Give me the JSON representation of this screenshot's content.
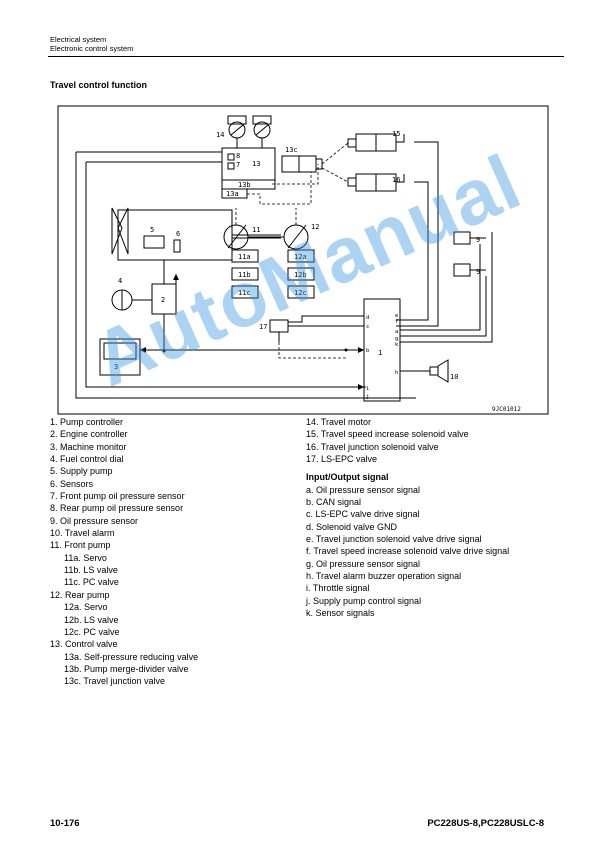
{
  "header": {
    "line1": "Electrical system",
    "line2": "Electronic control system"
  },
  "section_title": "Travel control function",
  "diagram": {
    "code": "9JC01012",
    "labels": {
      "n1": "1",
      "n2": "2",
      "n3": "3",
      "n4": "4",
      "n5": "5",
      "n6": "6",
      "n7": "7",
      "n8": "8",
      "n9a": "9",
      "n9b": "9",
      "n10": "10",
      "n11": "11",
      "n12": "12",
      "n13": "13",
      "n13a": "13a",
      "n13b": "13b",
      "n13c": "13c",
      "n14": "14",
      "n15": "15",
      "n16": "16",
      "n17": "17",
      "p11a": "11a",
      "p11b": "11b",
      "p11c": "11c",
      "p12a": "12a",
      "p12b": "12b",
      "p12c": "12c",
      "pa": "a",
      "pb": "b",
      "pc": "c",
      "pd": "d",
      "pe": "e",
      "pf": "f",
      "pg": "g",
      "ph": "h",
      "pi": "i",
      "pj": "j",
      "pk": "k"
    }
  },
  "legend_left": [
    {
      "text": "1. Pump controller",
      "indent": false
    },
    {
      "text": "2. Engine controller",
      "indent": false
    },
    {
      "text": "3. Machine monitor",
      "indent": false
    },
    {
      "text": "4. Fuel control dial",
      "indent": false
    },
    {
      "text": "5. Supply pump",
      "indent": false
    },
    {
      "text": "6. Sensors",
      "indent": false
    },
    {
      "text": "7. Front pump oil pressure sensor",
      "indent": false
    },
    {
      "text": "8. Rear pump oil pressure sensor",
      "indent": false
    },
    {
      "text": "9. Oil pressure sensor",
      "indent": false
    },
    {
      "text": "10. Travel alarm",
      "indent": false
    },
    {
      "text": "11. Front pump",
      "indent": false
    },
    {
      "text": "11a. Servo",
      "indent": true
    },
    {
      "text": "11b. LS valve",
      "indent": true
    },
    {
      "text": "11c. PC valve",
      "indent": true
    },
    {
      "text": "12. Rear pump",
      "indent": false
    },
    {
      "text": "12a. Servo",
      "indent": true
    },
    {
      "text": "12b. LS valve",
      "indent": true
    },
    {
      "text": "12c. PC valve",
      "indent": true
    },
    {
      "text": "13. Control valve",
      "indent": false
    },
    {
      "text": "13a. Self-pressure reducing valve",
      "indent": true
    },
    {
      "text": "13b. Pump merge-divider valve",
      "indent": true
    },
    {
      "text": "13c. Travel junction valve",
      "indent": true
    }
  ],
  "legend_right": [
    "14. Travel motor",
    "15. Travel speed increase solenoid valve",
    "16. Travel junction solenoid valve",
    "17. LS-EPC valve"
  ],
  "io_title": "Input/Output signal",
  "io_signals": [
    "a. Oil pressure sensor signal",
    "b. CAN signal",
    "c. LS-EPC valve drive signal",
    "d. Solenoid valve GND",
    "e. Travel junction solenoid valve drive signal",
    "f. Travel speed increase solenoid valve drive signal",
    "g. Oil pressure sensor signal",
    "h. Travel alarm buzzer operation signal",
    "i. Throttle signal",
    "j. Supply pump control signal",
    "k. Sensor signals"
  ],
  "footer": {
    "page": "10-176",
    "model": "PC228US-8,PC228USLC-8"
  },
  "watermark": "AutoManual"
}
